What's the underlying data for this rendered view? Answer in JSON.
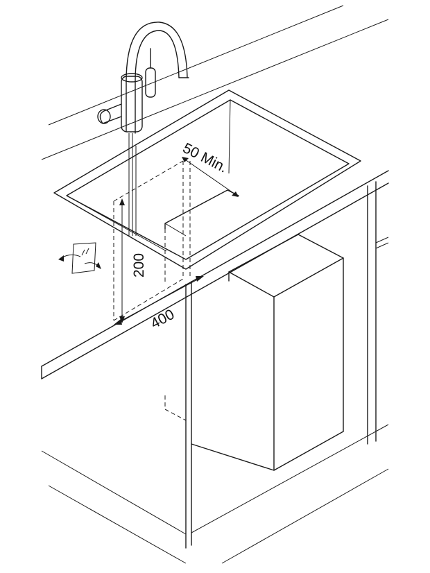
{
  "diagram": {
    "dimensions": {
      "clearance": "50 Min.",
      "height": "200",
      "width": "400"
    },
    "icons": [
      "ventilation-icon"
    ],
    "colors": {
      "line": "#1a1a1a",
      "background": "#ffffff"
    }
  }
}
